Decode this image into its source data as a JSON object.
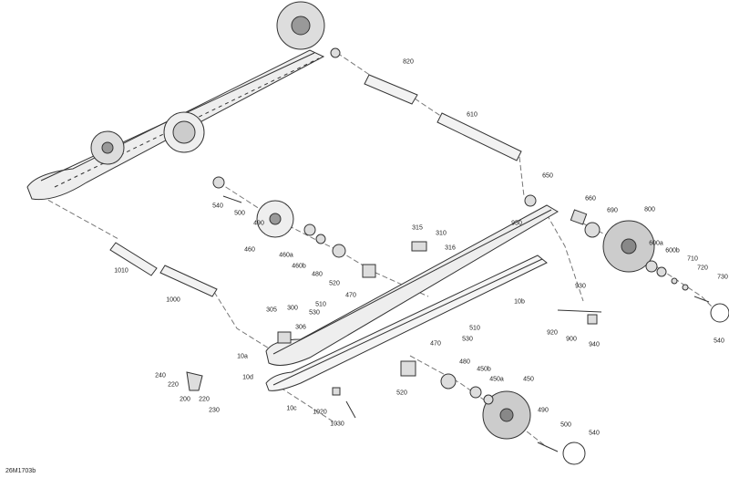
{
  "diagram_code": "26M1703b",
  "callouts": [
    "820",
    "610",
    "650",
    "660",
    "690",
    "800",
    "950",
    "540",
    "500",
    "490",
    "460",
    "460a",
    "460b",
    "480",
    "315",
    "310",
    "316",
    "520",
    "470",
    "1010",
    "1000",
    "600a",
    "600b",
    "710",
    "720",
    "730",
    "540",
    "930",
    "920",
    "900",
    "940",
    "305",
    "300",
    "306",
    "510",
    "530",
    "10b",
    "510",
    "530",
    "10a",
    "470",
    "10d",
    "480",
    "450b",
    "450a",
    "450",
    "520",
    "240",
    "220",
    "200",
    "220",
    "230",
    "10c",
    "1020",
    "1030",
    "490",
    "500",
    "540"
  ],
  "colors": {
    "line": "#333333",
    "part_fill": "#e6e6e6",
    "dark_part": "#555555"
  }
}
